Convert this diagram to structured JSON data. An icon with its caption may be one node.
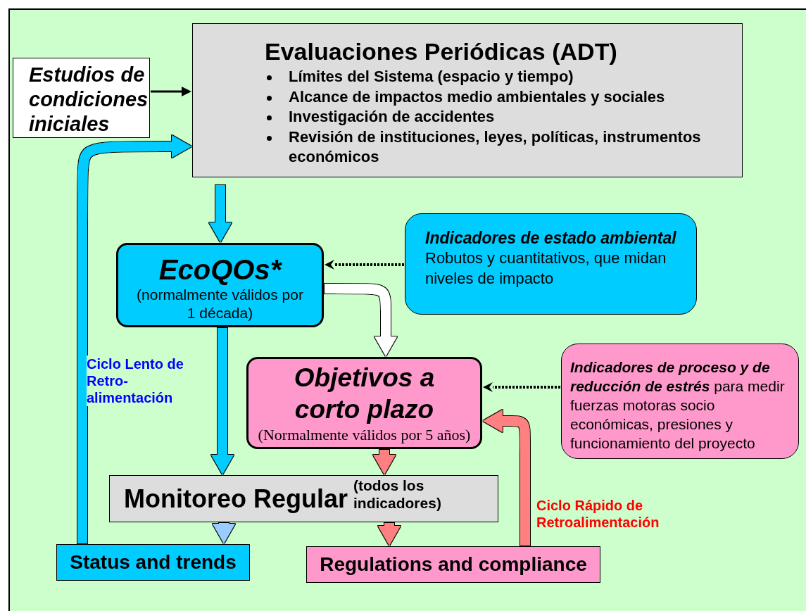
{
  "diagram": {
    "nodes": [
      {
        "text": [
          "Estudios de condiciones iniciales"
        ]
      },
      {
        "text": [
          "Evaluaciones Periódicas (ADT)",
          "Límites del Sistema (espacio y tiempo)",
          "Alcance de impactos medio ambientales y sociales",
          "Investigación de accidentes",
          "Revisión de instituciones, leyes, políticas, instrumentos económicos"
        ]
      },
      {
        "text": [
          "EcoQOs*",
          "(normalmente válidos por 1 década)"
        ]
      },
      {
        "text": [
          "Indicadores de estado ambiental",
          "Robutos y cuantitativos, que midan niveles de impacto"
        ]
      },
      {
        "text": [
          "Objetivos a corto plazo",
          "(Normalmente válidos por 5 años)"
        ]
      },
      {
        "text": [
          "**Indicadores de proceso y de reducción de estrés** para medir fuerzas motoras socio económicas, presiones y funcionamiento del proyecto"
        ]
      },
      {
        "text": [
          "Monitoreo Regular",
          "(todos los indicadores)"
        ]
      },
      {
        "text": [
          "Status and trends"
        ]
      },
      {
        "text": [
          "Regulations and compliance"
        ]
      }
    ],
    "edges": [
      {
        "from": 0,
        "to": 1,
        "arrow": "to",
        "color": "#000000"
      },
      {
        "from": 7,
        "to": 1,
        "arrow": "to",
        "label": "Ciclo Lento de Retro- alimentación",
        "color": "#00ccff"
      },
      {
        "from": 1,
        "to": 2,
        "arrow": "to",
        "color": "#00ccff"
      },
      {
        "from": 3,
        "to": 2,
        "arrow": "to",
        "style": "dashed",
        "color": "#000000"
      },
      {
        "from": 2,
        "to": 4,
        "arrow": "to",
        "color": "#ffffff"
      },
      {
        "from": 5,
        "to": 4,
        "arrow": "to",
        "style": "dashed",
        "color": "#000000"
      },
      {
        "from": 2,
        "to": 6,
        "arrow": "to",
        "color": "#00ccff"
      },
      {
        "from": 4,
        "to": 6,
        "arrow": "to",
        "color": "#ff8080"
      },
      {
        "from": 6,
        "to": 7,
        "arrow": "to",
        "color": "#99ccff"
      },
      {
        "from": 6,
        "to": 8,
        "arrow": "to",
        "color": "#ff8080"
      },
      {
        "from": 8,
        "to": 4,
        "arrow": "to",
        "label": "Ciclo Rápido de Retroalimentación",
        "color": "#ff8080"
      }
    ]
  }
}
